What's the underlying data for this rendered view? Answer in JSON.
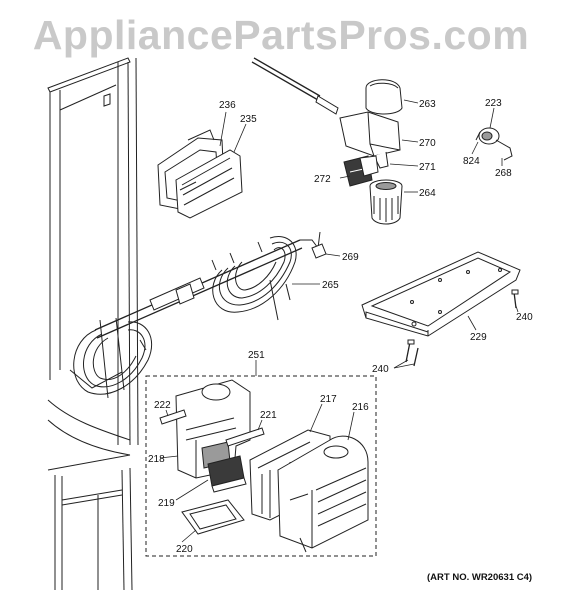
{
  "watermark": "AppliancePartsPros.com",
  "art_number": "(ART NO. WR20631 C4)",
  "callouts": {
    "p236": "236",
    "p235": "235",
    "p263": "263",
    "p223": "223",
    "p270": "270",
    "p824": "824",
    "p268": "268",
    "p271": "271",
    "p272": "272",
    "p264": "264",
    "p269": "269",
    "p265": "265",
    "p240a": "240",
    "p229": "229",
    "p251": "251",
    "p240b": "240",
    "p222": "222",
    "p221": "221",
    "p217": "217",
    "p216": "216",
    "p218": "218",
    "p219": "219",
    "p220": "220"
  }
}
